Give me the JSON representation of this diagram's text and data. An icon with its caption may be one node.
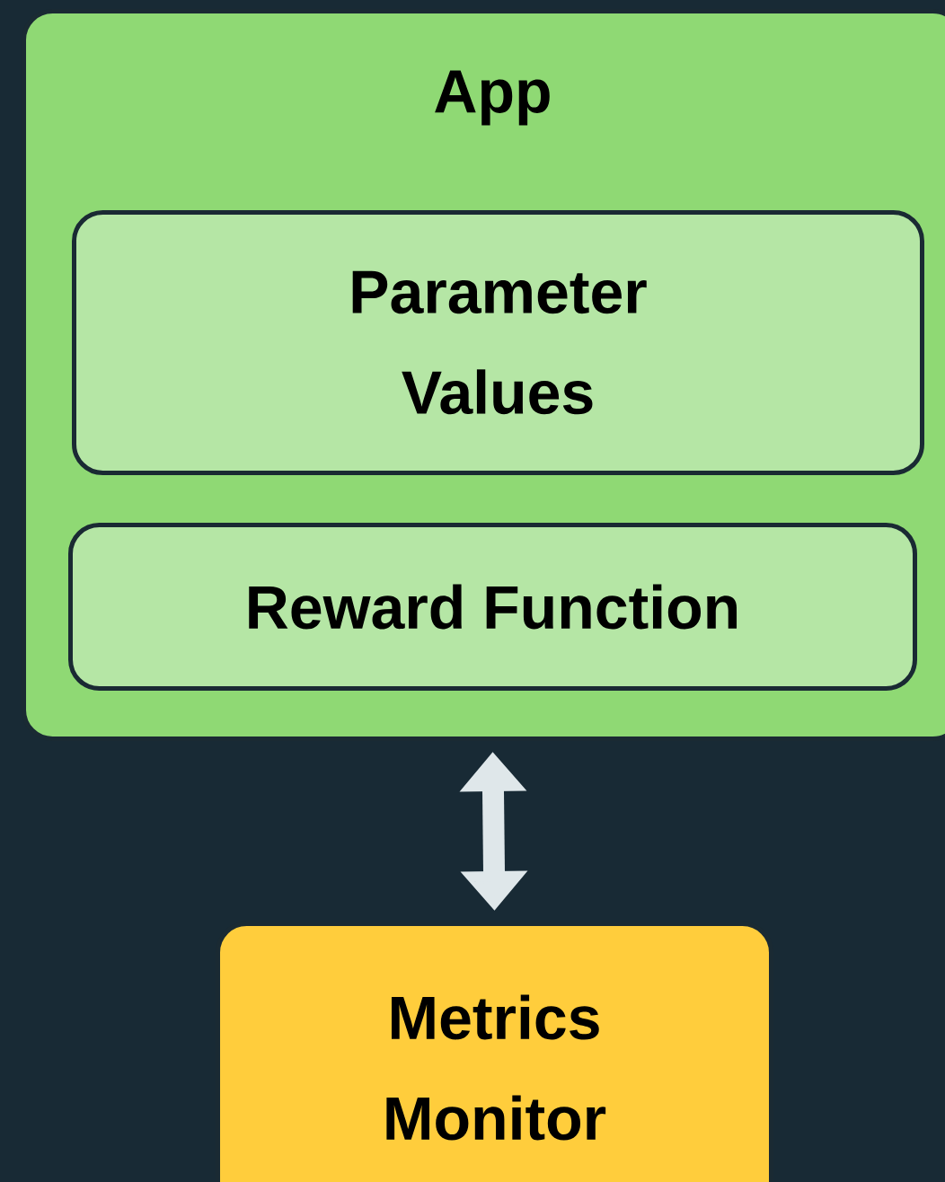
{
  "diagram": {
    "nodes": [
      {
        "text": [
          "App"
        ]
      },
      {
        "text": [
          "Parameter Values"
        ],
        "in": 0
      },
      {
        "text": [
          "Reward Function"
        ],
        "in": 0
      },
      {
        "text": [
          "Metrics Monitor"
        ]
      }
    ],
    "edges": [
      {
        "from": 0,
        "to": 3,
        "arrow": "both"
      }
    ]
  }
}
